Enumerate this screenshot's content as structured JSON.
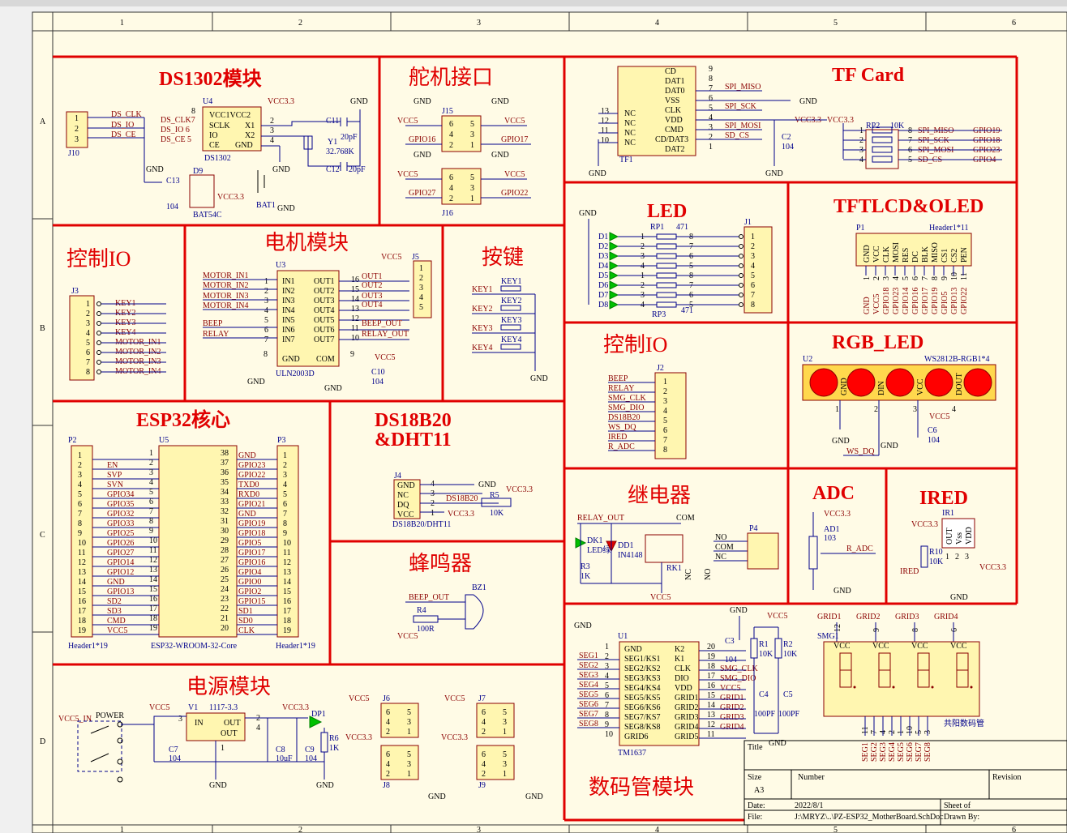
{
  "border": {
    "cols": [
      "1",
      "2",
      "3",
      "4",
      "5",
      "6"
    ],
    "rows": [
      "A",
      "B",
      "C",
      "D"
    ]
  },
  "modules": {
    "ds1302": "DS1302模块",
    "servo": "舵机接口",
    "tf": "TF Card",
    "ctrl_io_left": "控制IO",
    "motor": "电机模块",
    "key": "按键",
    "led": "LED",
    "tft": "TFTLCD&OLED",
    "esp32": "ESP32核心",
    "ds18b20_1": "DS18B20",
    "ds18b20_2": "&DHT11",
    "ctrl_io_right": "控制IO",
    "rgb": "RGB_LED",
    "buzzer": "蜂鸣器",
    "relay": "继电器",
    "adc": "ADC",
    "ired": "IRED",
    "power": "电源模块",
    "seg": "数码管模块"
  },
  "ds1302": {
    "j10_pins": [
      "1",
      "2",
      "3"
    ],
    "j10": "J10",
    "nets": [
      "DS_CLK",
      "DS_IO",
      "DS_CE"
    ],
    "u4": "U4",
    "part": "DS1302",
    "left_pins": [
      "DS_CLK7",
      "DS_IO  6",
      "DS_CE  5"
    ],
    "left_pin_num": "8",
    "inner_left": [
      "VCC1VCC2",
      "SCLK",
      "IO",
      "CE"
    ],
    "inner_right": [
      "X1",
      "X2",
      "GND"
    ],
    "right_nums": [
      "2",
      "3",
      "4"
    ],
    "vcc": "VCC3.3",
    "gnd": "GND",
    "c11": "C11",
    "c12": "C12",
    "cap20": "20pF",
    "y1": "Y1",
    "xtal": "32.768K",
    "c13": "C13",
    "c13v": "104",
    "d9": "D9",
    "d9p": "BAT54C",
    "bat": "BAT1",
    "vcc33": "VCC3.3"
  },
  "servo": {
    "gnd": "GND",
    "vcc5": "VCC5",
    "j15": "J15",
    "j16": "J16",
    "gpio16": "GPIO16",
    "gpio17": "GPIO17",
    "gpio27": "GPIO27",
    "gpio22": "GPIO22",
    "pins_l": [
      "6",
      "4",
      "2"
    ],
    "pins_r": [
      "5",
      "3",
      "1"
    ]
  },
  "tf": {
    "pins_r": [
      "CD",
      "DAT1",
      "DAT0",
      "VSS",
      "CLK",
      "VDD",
      "CMD",
      "CD/DAT3",
      "DAT2"
    ],
    "nums_r": [
      "9",
      "8",
      "7",
      "6",
      "5",
      "4",
      "3",
      "2",
      "1"
    ],
    "nc": [
      "NC",
      "NC",
      "NC",
      "NC"
    ],
    "nums_l": [
      "13",
      "12",
      "11",
      "10"
    ],
    "nets": [
      "SPI_MISO",
      "SPI_SCK",
      "SPI_MOSI",
      "SD_CS"
    ],
    "part": "TF1",
    "gnd": "GND",
    "vcc": "VCC3.3",
    "c2": "C2",
    "c2v": "104",
    "rp2": "RP2",
    "rp2v": "10K",
    "rp_l": [
      "1",
      "2",
      "3",
      "4"
    ],
    "rp_r": [
      "8",
      "7",
      "6",
      "5"
    ],
    "rp_nets": [
      "SPI_MISO",
      "SPI_SCK",
      "SPI_MOSI",
      "SD_CS"
    ],
    "gpios": [
      "GPIO19",
      "GPIO18",
      "GPIO23",
      "GPIO4"
    ]
  },
  "ctrl_left": {
    "j3": "J3",
    "pins": [
      "1",
      "2",
      "3",
      "4",
      "5",
      "6",
      "7",
      "8"
    ],
    "nets": [
      "KEY1",
      "KEY2",
      "KEY3",
      "KEY4",
      "MOTOR_IN1",
      "MOTOR_IN2",
      "MOTOR_IN3",
      "MOTOR_IN4"
    ]
  },
  "motor": {
    "vcc5": "VCC5",
    "j5": "J5",
    "u3": "U3",
    "part": "ULN2003D",
    "in_nets": [
      "MOTOR_IN1",
      "MOTOR_IN2",
      "MOTOR_IN3",
      "MOTOR_IN4",
      "BEEP",
      "RELAY"
    ],
    "ins": [
      "IN1",
      "IN2",
      "IN3",
      "IN4",
      "IN5",
      "IN6",
      "IN7"
    ],
    "outs": [
      "OUT1",
      "OUT2",
      "OUT3",
      "OUT4",
      "OUT5",
      "OUT6",
      "OUT7"
    ],
    "in_nums": [
      "1",
      "2",
      "3",
      "4",
      "5",
      "6",
      "7"
    ],
    "out_nums": [
      "16",
      "15",
      "14",
      "13",
      "12",
      "11",
      "10"
    ],
    "out_nets": [
      "OUT1",
      "OUT2",
      "OUT3",
      "OUT4",
      "BEEP_OUT",
      "RELAY_OUT"
    ],
    "gnd": "GND",
    "com": "COM",
    "n8": "8",
    "n9": "9",
    "j5_pins": [
      "1",
      "2",
      "3",
      "4",
      "5"
    ],
    "c10": "C10",
    "c10v": "104"
  },
  "keys": {
    "labels": [
      "KEY1",
      "KEY2",
      "KEY3",
      "KEY4"
    ],
    "gnd": "GND"
  },
  "led": {
    "gnd": "GND",
    "ds": [
      "D1",
      "D2",
      "D3",
      "D4",
      "D5",
      "D6",
      "D7",
      "D8"
    ],
    "rp1": "RP1",
    "rp1v": "471",
    "rp3": "RP3",
    "rp3v": "471",
    "rp_l": [
      "1",
      "2",
      "3",
      "4",
      "1",
      "2",
      "3",
      "4"
    ],
    "rp_r": [
      "8",
      "7",
      "6",
      "5",
      "8",
      "7",
      "6",
      "5"
    ],
    "j1": "J1",
    "j1_pins": [
      "1",
      "2",
      "3",
      "4",
      "5",
      "6",
      "7",
      "8"
    ]
  },
  "tft": {
    "p1": "P1",
    "hdr": "Header1*11",
    "pins": [
      "GND",
      "VCC",
      "CLK",
      "MOSI",
      "RES",
      "DC",
      "BLK",
      "MISO",
      "CS1",
      "CS2",
      "PEN"
    ],
    "nums": [
      "1",
      "2",
      "3",
      "4",
      "5",
      "6",
      "7",
      "8",
      "9",
      "10",
      "11"
    ],
    "nets": [
      "GND",
      "VCC5",
      "GPIO18",
      "GPIO23",
      "GPIO14",
      "GPIO16",
      "GPIO17",
      "GPIO19",
      "GPIO5",
      "GPIO13",
      "GPIO22"
    ]
  },
  "esp": {
    "p2": "P2",
    "u5": "U5",
    "p3": "P3",
    "left_nets": [
      "",
      "EN",
      "SVP",
      "SVN",
      "GPIO34",
      "GPIO35",
      "GPIO32",
      "GPIO33",
      "GPIO25",
      "GPIO26",
      "GPIO27",
      "GPIO14",
      "GPIO12",
      "GND",
      "GPIO13",
      "SD2",
      "SD3",
      "CMD",
      "VCC5"
    ],
    "right_nets": [
      "GND",
      "GPIO23",
      "GPIO22",
      "TXD0",
      "RXD0",
      "GPIO21",
      "GND",
      "GPIO19",
      "GPIO18",
      "GPIO5",
      "GPIO17",
      "GPIO16",
      "GPIO4",
      "GPIO0",
      "GPIO2",
      "GPIO15",
      "SD1",
      "SD0",
      "CLK"
    ],
    "right_nums": [
      "38",
      "37",
      "36",
      "35",
      "34",
      "33",
      "32",
      "31",
      "30",
      "29",
      "28",
      "27",
      "26",
      "25",
      "24",
      "23",
      "22",
      "21",
      "20"
    ],
    "pins": [
      "1",
      "2",
      "3",
      "4",
      "5",
      "6",
      "7",
      "8",
      "9",
      "10",
      "11",
      "12",
      "13",
      "14",
      "15",
      "16",
      "17",
      "18",
      "19"
    ],
    "hdr": "Header1*19",
    "part": "ESP32-WROOM-32-Core"
  },
  "ds18": {
    "j4": "J4",
    "pins": [
      "GND",
      "NC",
      "DQ",
      "VCC"
    ],
    "nums": [
      "4",
      "3",
      "2",
      "1"
    ],
    "gnd": "GND",
    "net": "DS18B20",
    "vcc": "VCC3.3",
    "r5": "R5",
    "r5v": "10K",
    "vcc2": "VCC3.3",
    "part": "DS18B20/DHT11"
  },
  "ctrl_right": {
    "j2": "J2",
    "nets": [
      "BEEP",
      "RELAY",
      "SMG_CLK",
      "SMG_DIO",
      "DS18B20",
      "WS_DQ",
      "IRED",
      "R_ADC"
    ],
    "pins": [
      "1",
      "2",
      "3",
      "4",
      "5",
      "6",
      "7",
      "8"
    ]
  },
  "rgb": {
    "u2": "U2",
    "part": "WS2812B-RGB1*4",
    "pins": [
      "GND",
      "DIN",
      "VCC",
      "DOUT"
    ],
    "nums": [
      "1",
      "2",
      "3",
      "4"
    ],
    "gnd": "GND",
    "vcc5": "VCC5",
    "c6": "C6",
    "c6v": "104",
    "wsdq": "WS_DQ",
    "gnd2": "GND"
  },
  "buzzer": {
    "bz1": "BZ1",
    "beep": "BEEP_OUT",
    "r4": "R4",
    "r4v": "100R",
    "vcc5": "VCC5"
  },
  "relay": {
    "relay_out": "RELAY_OUT",
    "com": "COM",
    "dk1": "DK1",
    "led": "LED绿",
    "dd1": "DD1",
    "dd1p": "IN4148",
    "r3": "R3",
    "r3v": "1K",
    "rk1": "RK1",
    "vcc5": "VCC5",
    "nc": "NC",
    "no": "NO",
    "p4": "P4",
    "p4_nets": [
      "NO",
      "COM",
      "NC"
    ],
    "p4_pins": [
      "3",
      "2",
      "1"
    ]
  },
  "adc": {
    "vcc": "VCC3.3",
    "ad1": "AD1",
    "ad1v": "103",
    "net": "R_ADC",
    "gnd": "GND"
  },
  "ired": {
    "ir1": "IR1",
    "vcc": "VCC3.3",
    "r10": "R10",
    "r10v": "10K",
    "net": "IRED",
    "pins": [
      "OUT",
      "Vss",
      "VDD"
    ],
    "nums": [
      "1",
      "2",
      "3"
    ],
    "gnd": "GND",
    "vcc2": "VCC3.3"
  },
  "power": {
    "vcc5in": "VCC5_IN",
    "pwr": "POWER",
    "vcc5": "VCC5",
    "v1": "V1",
    "v1p": "1117-3.3",
    "in": "IN",
    "out1": "OUT",
    "out2": "OUT",
    "gnd": "GND",
    "n3": "3",
    "n2": "2",
    "n4": "4",
    "n1": "1",
    "c7": "C7",
    "c7v": "104",
    "c8": "C8",
    "c8v": "10uF",
    "c9": "C9",
    "c9v": "104",
    "vcc33": "VCC3.3",
    "dp1": "DP1",
    "r6": "R6",
    "r6v": "1K",
    "j6": "J6",
    "j7": "J7",
    "j8": "J8",
    "j9": "J9",
    "vcc5a": "VCC5",
    "vcc5b": "VCC5",
    "vcc33a": "VCC3.3",
    "vcc33b": "VCC3.3",
    "hl": [
      "6",
      "4",
      "2"
    ],
    "hr": [
      "5",
      "3",
      "1"
    ]
  },
  "seg": {
    "gnd": "GND",
    "u1": "U1",
    "part": "TM1637",
    "seg_nets": [
      "SEG1",
      "SEG2",
      "SEG3",
      "SEG4",
      "SEG5",
      "SEG6",
      "SEG7",
      "SEG8"
    ],
    "seg_nums": [
      "1",
      "2",
      "3",
      "4",
      "5",
      "6",
      "7",
      "8",
      "9",
      "10"
    ],
    "inner_l": [
      "GND",
      "SEG1/KS1",
      "SEG2/KS2",
      "SEG3/KS3",
      "SEG4/KS4",
      "SEG5/KS5",
      "SEG6/KS6",
      "SEG7/KS7",
      "SEG8/KS8",
      "GRID6"
    ],
    "inner_r": [
      "K2",
      "K1",
      "CLK",
      "DIO",
      "VDD",
      "GRID1",
      "GRID2",
      "GRID3",
      "GRID4",
      "GRID5"
    ],
    "right_nums": [
      "20",
      "19",
      "18",
      "17",
      "16",
      "15",
      "14",
      "13",
      "12",
      "11"
    ],
    "right_nets": [
      "",
      "",
      "SMG_CLK",
      "SMG_DIO",
      "VCC5",
      "GRID1",
      "GRID2",
      "GRID3",
      "GRID4",
      ""
    ],
    "c3": "C3",
    "c3v": "104",
    "vcc5": "VCC5",
    "r1": "R1",
    "r1v": "10K",
    "r2": "R2",
    "r2v": "10K",
    "c4": "C4",
    "c4v": "100PF",
    "c5": "C5",
    "c5v": "100PF",
    "gnd2": "GND",
    "grids": [
      "GRID1",
      "GRID2",
      "GRID3",
      "GRID4"
    ],
    "smg1": "SMG1",
    "vcc": "VCC",
    "grid_nums": [
      "12",
      "9",
      "8",
      "6"
    ],
    "caption": "共阳数码管",
    "bottom_nets": [
      "SEG1",
      "SEG2",
      "SEG3",
      "SEG4",
      "SEG5",
      "SEG6",
      "SEG7",
      "SEG8"
    ],
    "bottom_nums": [
      "11",
      "7",
      "4",
      "2",
      "1",
      "10",
      "5",
      "3"
    ]
  },
  "titleblock": {
    "title": "Title",
    "size_l": "Size",
    "size_v": "A3",
    "number": "Number",
    "revision": "Revision",
    "date_l": "Date:",
    "date_v": "2022/8/1",
    "sheet": "Sheet   of",
    "file_l": "File:",
    "file_v": "J:\\MRYZ\\..\\PZ-ESP32_MotherBoard.SchDoc",
    "drawn": "Drawn By:"
  }
}
